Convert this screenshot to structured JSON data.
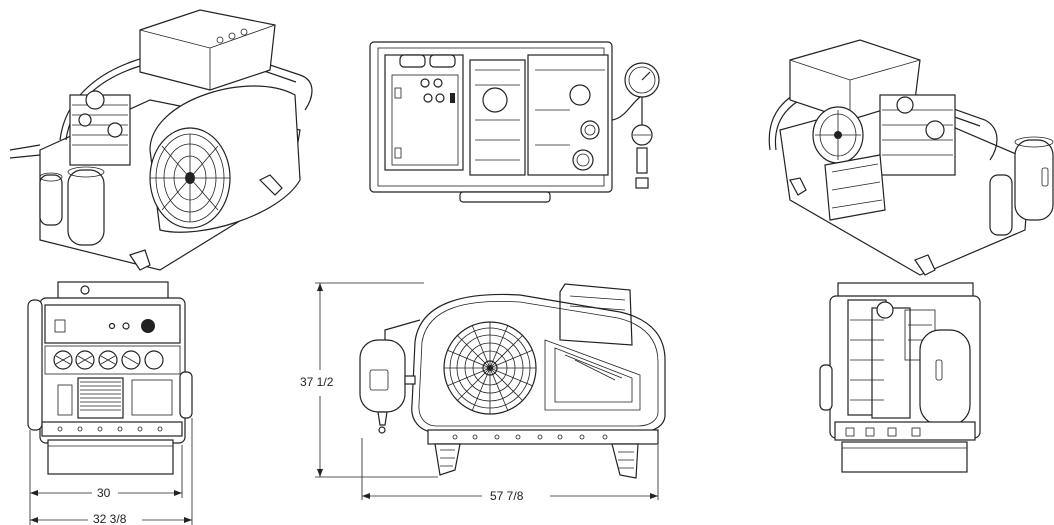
{
  "dimensions": {
    "height": "37 1/2",
    "length": "57 7/8",
    "width_inner": "30",
    "width_outer": "32 3/8"
  },
  "views": {
    "iso_front_left": "isometric-view-front-left",
    "top": "top-view",
    "iso_rear_right": "isometric-view-rear-right",
    "front": "front-elevation",
    "side": "side-elevation",
    "rear": "rear-elevation"
  }
}
